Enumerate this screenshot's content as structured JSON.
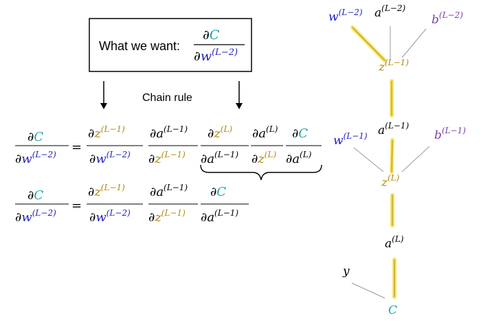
{
  "colors": {
    "C": "#1aa7a7",
    "w": "#1f1fbf",
    "z": "#b08a12",
    "b": "#7a3fa6",
    "a": "#000000",
    "highlight": "#f5e56b",
    "thin_line": "#9a9a9a"
  },
  "box": {
    "prefix": "What we want:",
    "numerator": "∂C",
    "denominator": "∂w(L−2)"
  },
  "annotations": {
    "chain_rule": "Chain rule"
  },
  "tree": {
    "top": {
      "w": "w(L−2)",
      "a": "a(L−2)",
      "b": "b(L−2)",
      "z": "z(L−1)"
    },
    "middle": {
      "w": "w(L−1)",
      "a": "a(L−1)",
      "b": "b(L−1)",
      "z": "z(L)"
    },
    "bottom": {
      "a": "a(L)",
      "y": "y",
      "C": "C"
    }
  },
  "labels": {
    "partial": "∂",
    "equals": "=",
    "C": "C",
    "w": "w",
    "z": "z",
    "a": "a",
    "sup_Lm2": "(L−2)",
    "sup_Lm1": "(L−1)",
    "sup_L": "(L)"
  }
}
